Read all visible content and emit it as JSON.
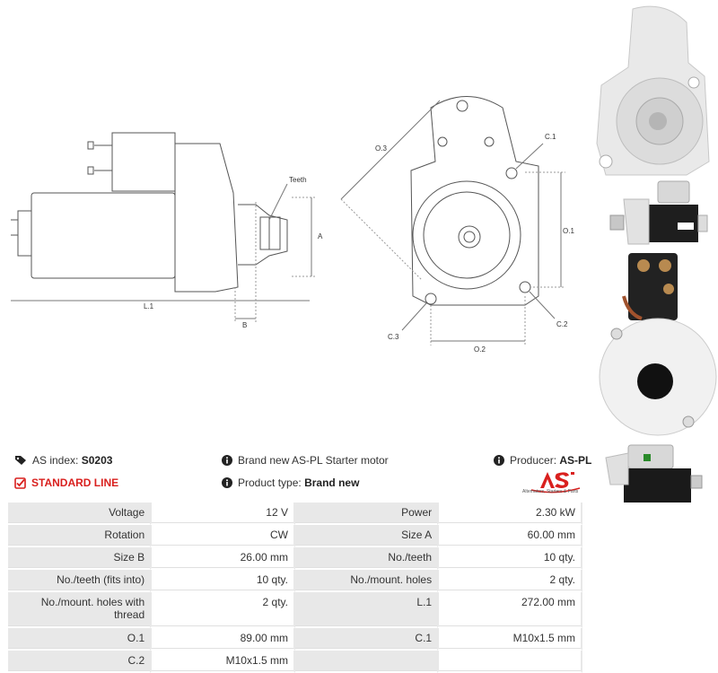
{
  "drawing": {
    "dim_teeth": "Teeth",
    "dim_a": "A",
    "dim_b": "B",
    "dim_l1": "L.1",
    "dim_o3": "O.3",
    "dim_c1_top": "C.1",
    "dim_o1": "O.1",
    "dim_c2": "C.2",
    "dim_c3": "C.3",
    "dim_o2": "O.2"
  },
  "info": {
    "as_index_label": "AS index:",
    "as_index_value": "S0203",
    "description": "Brand new AS-PL Starter motor",
    "producer_label": "Producer:",
    "producer_value": "AS-PL",
    "line": "STANDARD LINE",
    "product_type_label": "Product type:",
    "product_type_value": "Brand new"
  },
  "logo": {
    "mark": "AS",
    "tagline": "Alternators, Starters & Parts"
  },
  "specs": [
    [
      "Voltage",
      "12 V",
      "Power",
      "2.30 kW"
    ],
    [
      "Rotation",
      "CW",
      "Size A",
      "60.00 mm"
    ],
    [
      "Size B",
      "26.00 mm",
      "No./teeth",
      "10 qty."
    ],
    [
      "No./teeth (fits into)",
      "10 qty.",
      "No./mount. holes",
      "2 qty."
    ],
    [
      "No./mount. holes with thread",
      "2 qty.",
      "L.1",
      "272.00 mm"
    ],
    [
      "O.1",
      "89.00 mm",
      "C.1",
      "M10x1.5 mm"
    ],
    [
      "C.2",
      "M10x1.5 mm",
      "",
      ""
    ]
  ],
  "colors": {
    "accent_red": "#d9201e",
    "label_bg": "#e8e8e8"
  }
}
